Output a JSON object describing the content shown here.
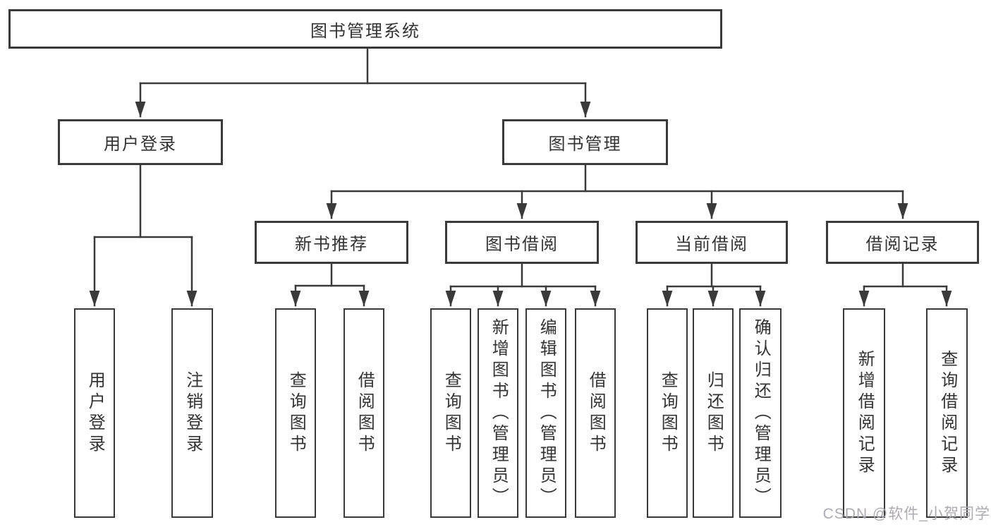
{
  "diagram": {
    "title": "图书管理系统",
    "colors": {
      "background": "#ffffff",
      "line": "#3a3a3a",
      "box_border": "#3a3a3a",
      "box_fill": "#ffffff",
      "text": "#333333",
      "watermark": "#aeaab3"
    },
    "nodes": {
      "root": "图书管理系统",
      "user_login": "用户登录",
      "book_mgmt": "图书管理",
      "new_book_rec": "新书推荐",
      "book_borrow": "图书借阅",
      "current_borrow": "当前借阅",
      "borrow_records": "借阅记录",
      "leaf_user_login": "用户登录",
      "leaf_logout": "注销登录",
      "rec_query": "查询图书",
      "rec_borrow": "借阅图书",
      "bb_query": "查询图书",
      "bb_add": "新增图书（管理员）",
      "bb_edit": "编辑图书（管理员）",
      "bb_borrow": "借阅图书",
      "cb_query": "查询图书",
      "cb_return": "归还图书",
      "cb_confirm": "确认归还（管理员）",
      "br_add": "新增借阅记录",
      "br_query": "查询借阅记录"
    },
    "watermark": "CSDN @软件_小贺同学"
  }
}
